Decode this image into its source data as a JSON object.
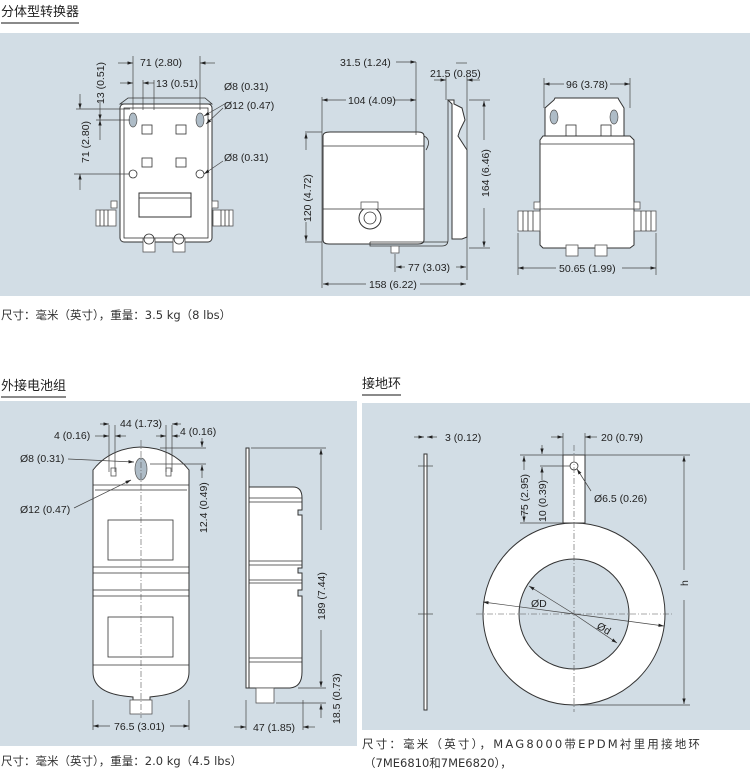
{
  "sections": {
    "converter": {
      "title": "分体型转换器",
      "caption": "尺寸：毫米（英寸），重量：3.5 kg（8 lbs）",
      "dims": {
        "width_71": "71 (2.80)",
        "spacing_13": "13 (0.51)",
        "height_13": "13 (0.51)",
        "height_71": "71 (2.80)",
        "hole_8_top": "Ø8 (0.31)",
        "hole_12": "Ø12 (0.47)",
        "hole_8_bottom": "Ø8 (0.31)",
        "offset_31_5": "31.5 (1.24)",
        "width_104": "104 (4.09)",
        "bracket_21_5": "21.5 (0.85)",
        "height_120": "120 (4.72)",
        "height_164": "164 (6.46)",
        "depth_77": "77 (3.03)",
        "depth_158": "158 (6.22)",
        "width_96": "96 (3.78)",
        "width_50_65": "50.65 (1.99)"
      }
    },
    "battery": {
      "title": "外接电池组",
      "caption": "尺寸：毫米（英寸），重量：2.0 kg（4.5 lbs）",
      "dims": {
        "width_44": "44 (1.73)",
        "left_4": "4 (0.16)",
        "right_4": "4 (0.16)",
        "hole_8": "Ø8 (0.31)",
        "hole_12": "Ø12 (0.47)",
        "height_12_4": "12.4 (0.49)",
        "height_189": "189 (7.44)",
        "height_18_5": "18.5 (0.73)",
        "width_76_5": "76.5 (3.01)",
        "depth_47": "47 (1.85)"
      }
    },
    "grounding_ring": {
      "title": "接地环",
      "caption_line1": "尺寸：毫米（英寸），MAG8000带EPDM衬里用接地环",
      "caption_line2": "（7ME6810和7ME6820），",
      "dims": {
        "thickness_3": "3 (0.12)",
        "tab_width_20": "20 (0.79)",
        "tab_75": "75 (2.95)",
        "hole_offset_10": "10 (0.39)",
        "hole_6_5": "Ø6.5 (0.26)",
        "outer_d": "ØD",
        "inner_d": "Ød",
        "height_h": "h"
      }
    }
  },
  "colors": {
    "panel_bg": "#d2dde5",
    "outline": "#333333",
    "heading_underline": "#8a8a8a"
  }
}
